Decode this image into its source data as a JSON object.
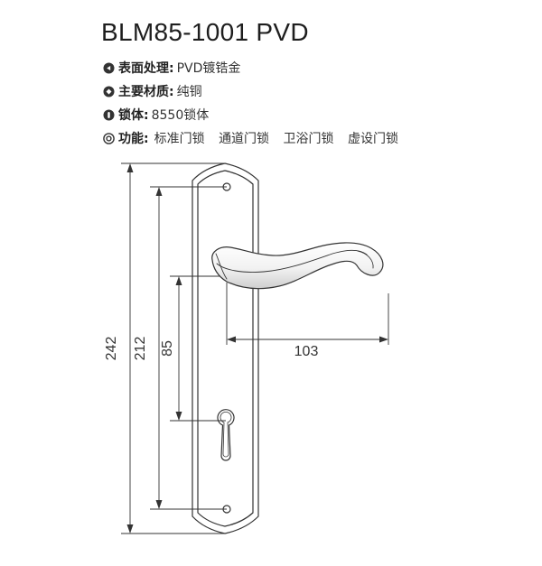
{
  "product": {
    "model": "BLM85-1001 PVD"
  },
  "specs": [
    {
      "icon": "surface-finish-icon",
      "label": "表面处理:",
      "value": "PVD镀锆金"
    },
    {
      "icon": "material-icon",
      "label": "主要材质:",
      "value": "纯铜"
    },
    {
      "icon": "lock-body-icon",
      "label": "锁体:",
      "value": "8550锁体"
    }
  ],
  "functions": {
    "icon": "function-icon",
    "label": "功能:",
    "items": [
      "标准门锁",
      "通道门锁",
      "卫浴门锁",
      "虚设门锁"
    ]
  },
  "dimensions": {
    "overall_height": "242",
    "hole_spacing": "212",
    "handle_to_cylinder": "85",
    "handle_length": "103"
  },
  "colors": {
    "line": "#333333",
    "text": "#222222"
  }
}
